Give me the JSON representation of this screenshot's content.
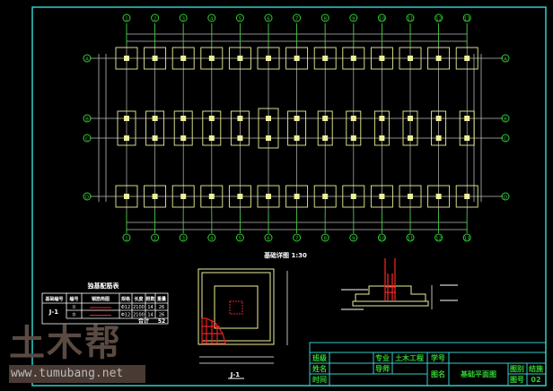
{
  "axes": {
    "columns": [
      "1",
      "2",
      "3",
      "4",
      "5",
      "6",
      "7",
      "8",
      "9",
      "10",
      "11",
      "12",
      "13"
    ],
    "rows": [
      "A",
      "B",
      "C",
      "D"
    ]
  },
  "rebar_table": {
    "title": "独基配筋表",
    "headers": [
      "基础编号",
      "编号",
      "钢筋简图",
      "规格",
      "长度",
      "根数",
      "重量"
    ],
    "footing_id": "J-1",
    "rows": [
      [
        "①",
        "",
        "Φ12",
        "2100",
        "14",
        "26"
      ],
      [
        "②",
        "",
        "Φ12",
        "2100",
        "14",
        "26"
      ]
    ],
    "total_label": "合计",
    "total_value": "52"
  },
  "detail": {
    "title": "基础详图 1:30",
    "plan_label": "J-1"
  },
  "title_block": {
    "class_label": "班级",
    "name_label": "姓名",
    "time_label": "时间",
    "major_label": "专业",
    "major_value": "土木工程",
    "advisor_label": "导师",
    "student_id_label": "学号",
    "drawing_name_label": "图名",
    "drawing_name_value": "基础平面图",
    "drawing_type_label": "图别",
    "drawing_type_value": "结施",
    "drawing_no_label": "图号",
    "drawing_no_value": "02"
  },
  "watermark": {
    "logo": "土木帮",
    "url": "www.tumubang.net"
  },
  "colors": {
    "frame": "#3cc",
    "axis": "#3c3",
    "footing": "#ee9",
    "rebar": "#e22",
    "dim": "#bbb"
  }
}
